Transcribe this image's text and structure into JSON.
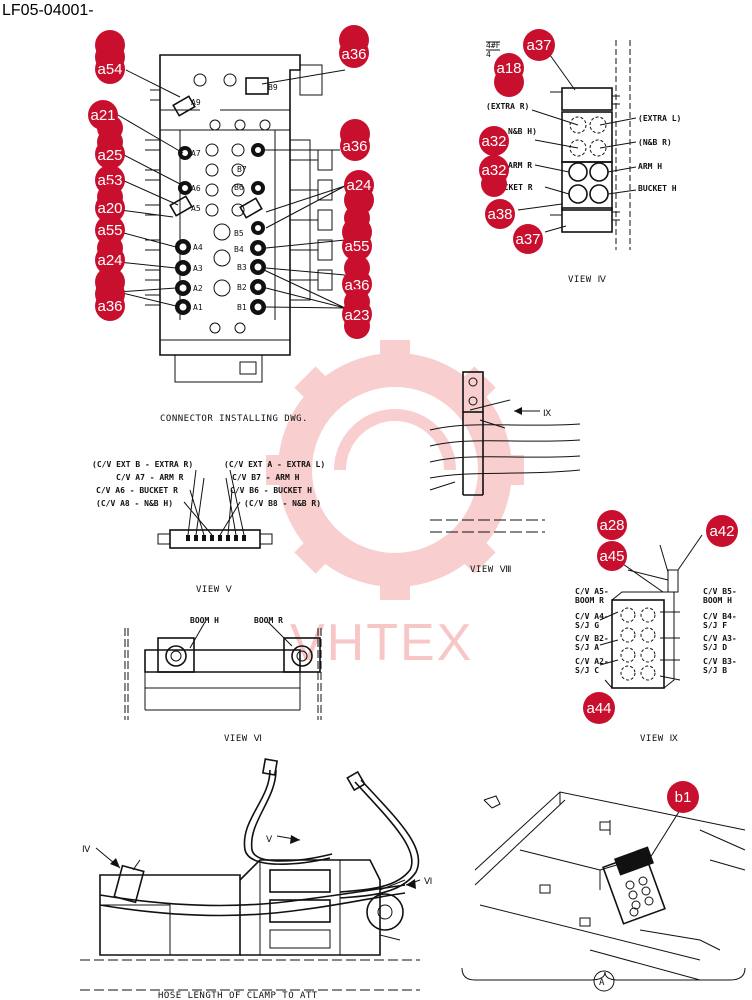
{
  "document_code": "LF05-04001-",
  "watermark": "VHTEX",
  "colors": {
    "callout": "#c8102e",
    "watermark": "#f7c0c0",
    "line": "#111111"
  },
  "callouts": [
    {
      "id": "a54",
      "label": "a54"
    },
    {
      "id": "a21",
      "label": "a21"
    },
    {
      "id": "a25",
      "label": "a25"
    },
    {
      "id": "a53",
      "label": "a53"
    },
    {
      "id": "a20",
      "label": "a20"
    },
    {
      "id": "a55-left",
      "label": "a55"
    },
    {
      "id": "a24-left",
      "label": "a24"
    },
    {
      "id": "a36-left",
      "label": "a36"
    },
    {
      "id": "a36-top",
      "label": "a36"
    },
    {
      "id": "a36-right-1",
      "label": "a36"
    },
    {
      "id": "a24-right",
      "label": "a24"
    },
    {
      "id": "a55-right",
      "label": "a55"
    },
    {
      "id": "a36-right-2",
      "label": "a36"
    },
    {
      "id": "a23",
      "label": "a23"
    },
    {
      "id": "a37-top",
      "label": "a37"
    },
    {
      "id": "a18",
      "label": "a18"
    },
    {
      "id": "a32-1",
      "label": "a32"
    },
    {
      "id": "a32-2",
      "label": "a32"
    },
    {
      "id": "a38",
      "label": "a38"
    },
    {
      "id": "a37-bottom",
      "label": "a37"
    },
    {
      "id": "a28",
      "label": "a28"
    },
    {
      "id": "a42",
      "label": "a42"
    },
    {
      "id": "a45",
      "label": "a45"
    },
    {
      "id": "a44",
      "label": "a44"
    },
    {
      "id": "b1",
      "label": "b1"
    }
  ],
  "valve_ports": {
    "left": [
      "A9",
      "A7",
      "A6",
      "A5",
      "A4",
      "A3",
      "A2",
      "A1"
    ],
    "right": [
      "B9",
      "B7",
      "B6",
      "B5",
      "B4",
      "B3",
      "B2",
      "B1"
    ]
  },
  "view_iv": {
    "title": "VIEW Ⅳ",
    "labels": [
      "(EXTRA R)",
      "(EXTRA L)",
      "N&B H)",
      "(N&B R)",
      "ARM R",
      "ARM H",
      "BUCKET R",
      "BUCKET H"
    ],
    "marks": [
      "4#F",
      "4"
    ]
  },
  "connector_caption": "CONNECTOR INSTALLING DWG.",
  "view_v": {
    "title": "VIEW Ⅴ",
    "labels": [
      "(C/V EXT B - EXTRA R)",
      "(C/V EXT A - EXTRA L)",
      "C/V A7 - ARM R",
      "C/V B7 - ARM H",
      "C/V A6 - BUCKET R",
      "C/V B6 - BUCKET H",
      "(C/V A8 - N&B H)",
      "(C/V B8 - N&B R)"
    ]
  },
  "view_viii": {
    "title": "VIEW Ⅷ",
    "arrow_label": "Ⅸ"
  },
  "view_vi": {
    "title": "VIEW Ⅵ",
    "labels": [
      "BOOM H",
      "BOOM R"
    ]
  },
  "view_ix": {
    "title": "VIEW Ⅸ",
    "left_labels": [
      "C/V A5-",
      "BOOM R",
      "C/V A4-",
      "S/J G",
      "C/V B2-",
      "S/J A",
      "C/V A2-",
      "S/J C"
    ],
    "right_labels": [
      "C/V B5-",
      "BOOM H",
      "C/V B4-",
      "S/J F",
      "C/V A3-",
      "S/J D",
      "C/V B3-",
      "S/J B"
    ]
  },
  "hose": {
    "caption": "HOSE LENGTH OF CLAMP TO ATT",
    "view_marks": [
      "Ⅳ",
      "Ⅴ",
      "Ⅵ"
    ]
  },
  "view_a": {
    "label": "A"
  }
}
